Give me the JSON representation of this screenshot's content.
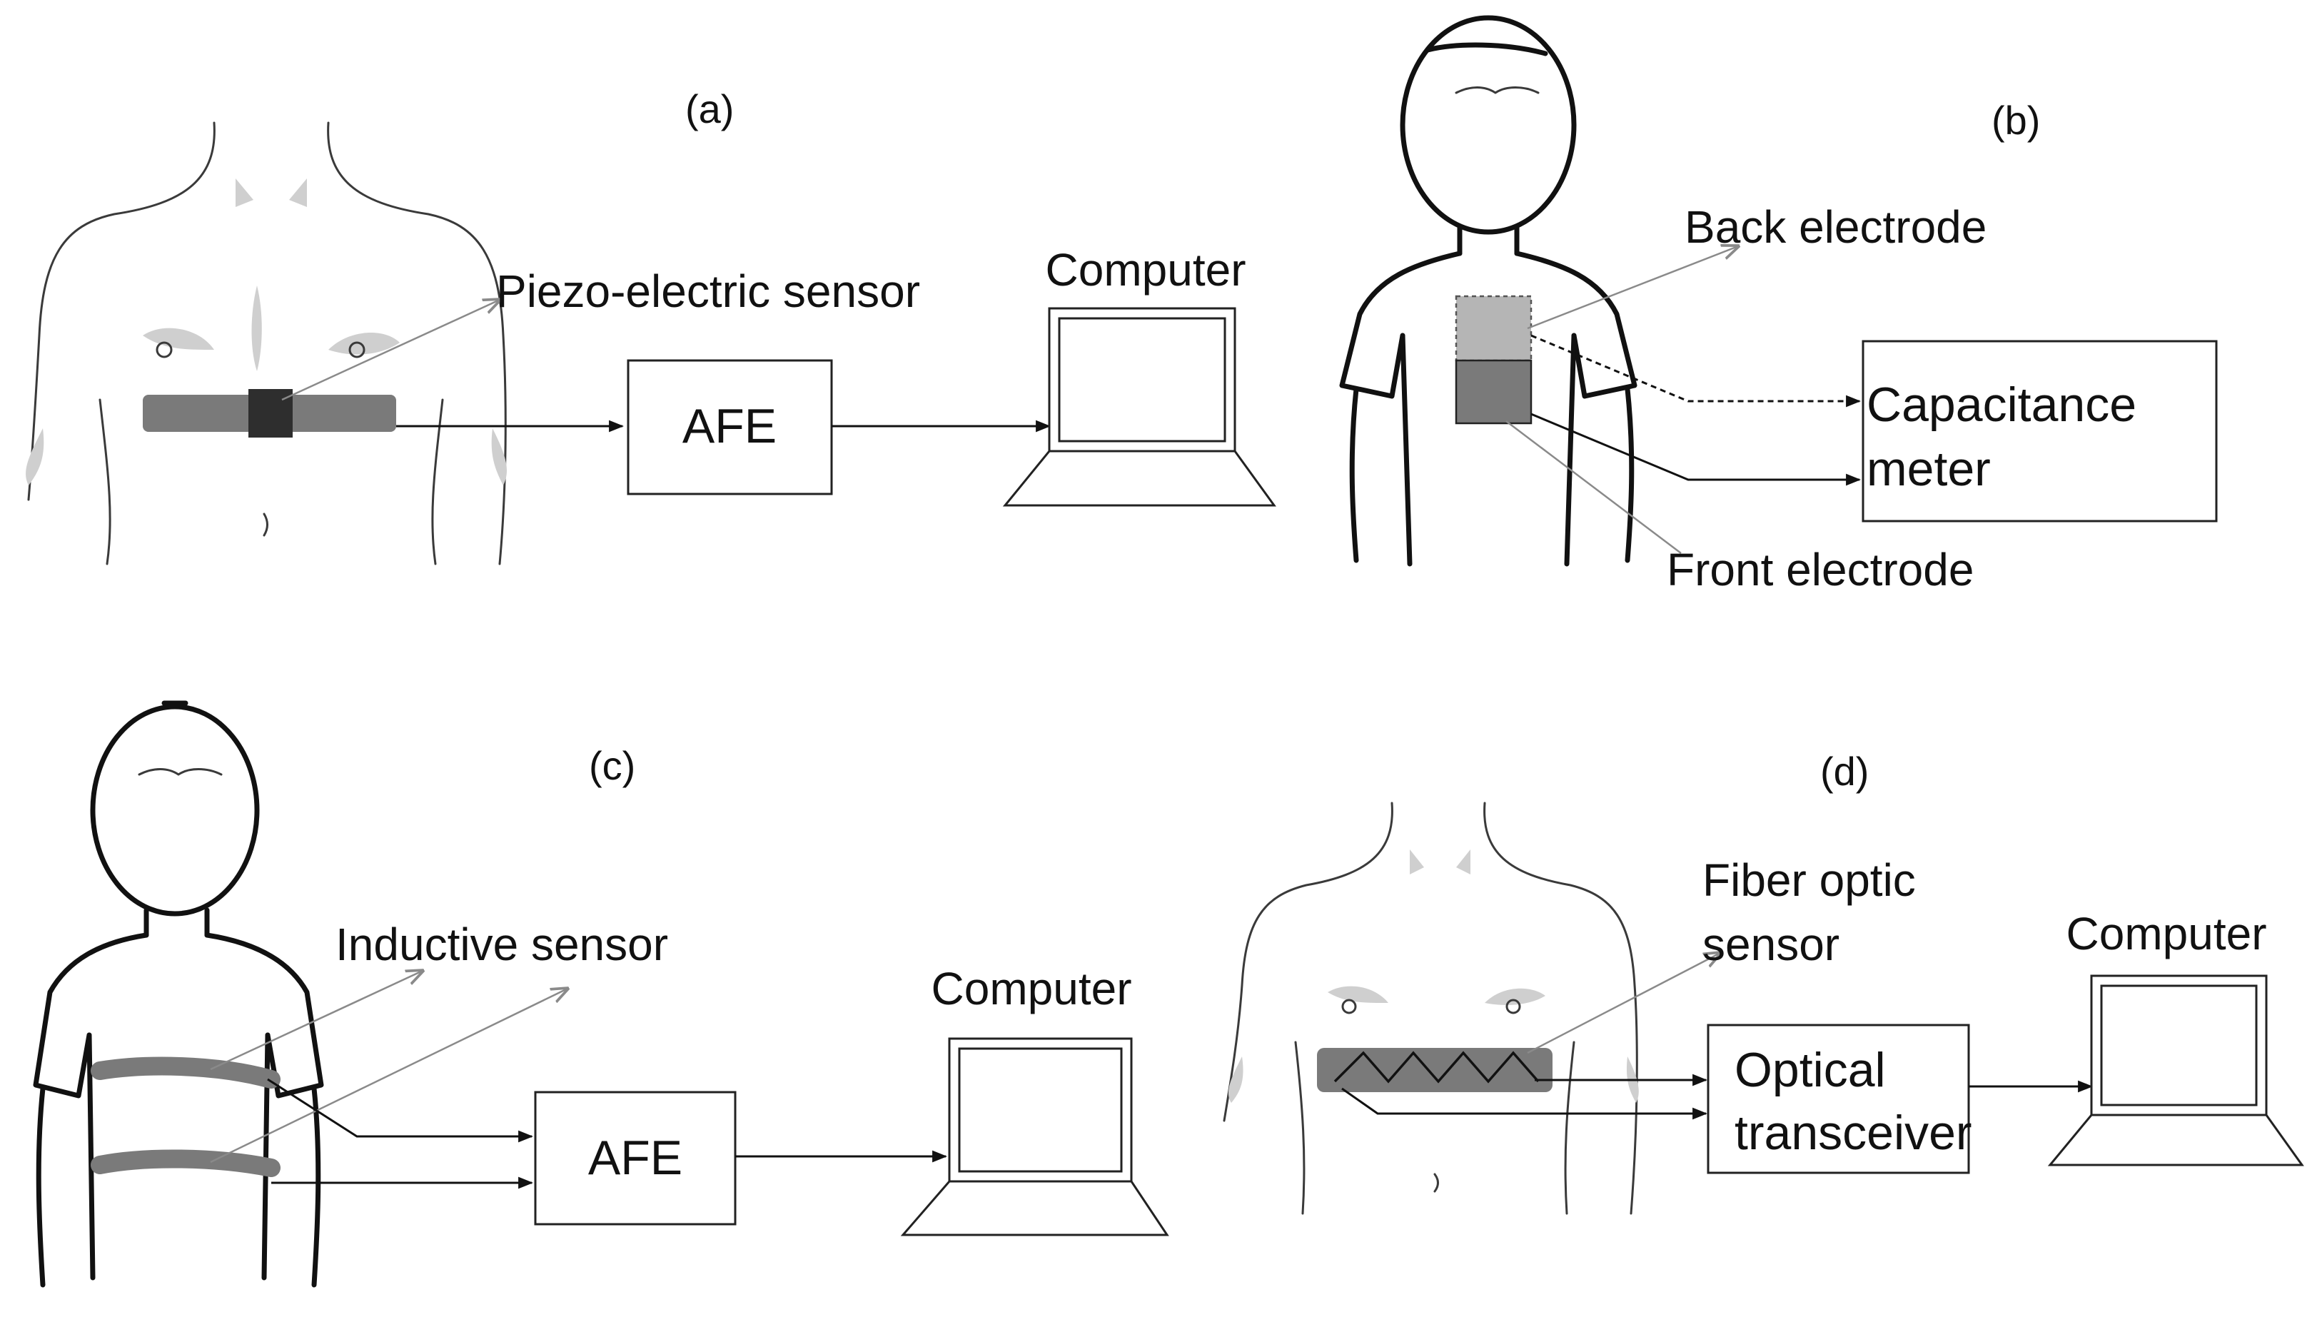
{
  "panels": {
    "a": {
      "label": "(a)",
      "sensor_label": "Piezo-electric sensor",
      "box_label": "AFE",
      "computer_label": "Computer"
    },
    "b": {
      "label": "(b)",
      "back_electrode_label": "Back electrode",
      "front_electrode_label": "Front electrode",
      "meter_label_line1": "Capacitance",
      "meter_label_line2": "meter"
    },
    "c": {
      "label": "(c)",
      "sensor_label": "Inductive sensor",
      "box_label": "AFE",
      "computer_label": "Computer"
    },
    "d": {
      "label": "(d)",
      "sensor_label_line1": "Fiber optic",
      "sensor_label_line2": "sensor",
      "box_label_line1": "Optical",
      "box_label_line2": "transceiver",
      "computer_label": "Computer"
    }
  },
  "colors": {
    "belt": "#7a7a7a",
    "sensor_block": "#2e2e2e",
    "back_electrode": "#b5b5b5",
    "front_electrode": "#7a7a7a"
  }
}
